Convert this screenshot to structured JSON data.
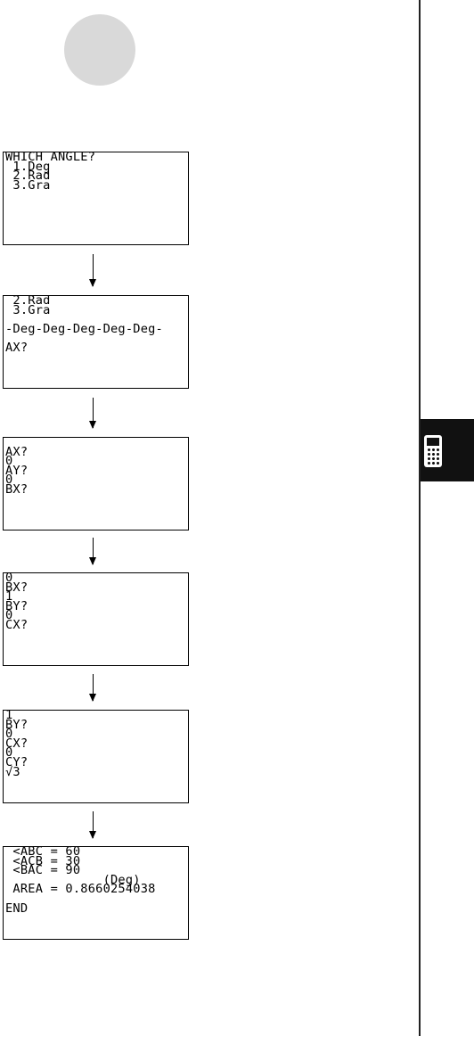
{
  "screens": [
    {
      "lines": [
        "WHICH ANGLE?",
        " 1.Deg",
        " 2.Rad",
        " 3.Gra"
      ]
    },
    {
      "lines": [
        " 2.Rad",
        " 3.Gra",
        "",
        "-Deg-Deg-Deg-Deg-Deg-",
        "",
        "AX?"
      ]
    },
    {
      "lines": [
        "AX?",
        "0",
        "AY?",
        "0",
        "BX?"
      ]
    },
    {
      "lines": [
        "0",
        "BX?",
        "1",
        "BY?",
        "0",
        "CX?"
      ]
    },
    {
      "lines": [
        "1",
        "BY?",
        "0",
        "CX?",
        "0",
        "CY?",
        "√3"
      ]
    },
    {
      "lines": [
        " <ABC = 60",
        " <ACB = 30",
        " <BAC = 90",
        "             (Deg)",
        " AREA = 0.8660254038",
        "",
        "END"
      ]
    }
  ],
  "icons": {
    "step_marker": "step-circle",
    "tab_icon": "calculator-icon"
  }
}
